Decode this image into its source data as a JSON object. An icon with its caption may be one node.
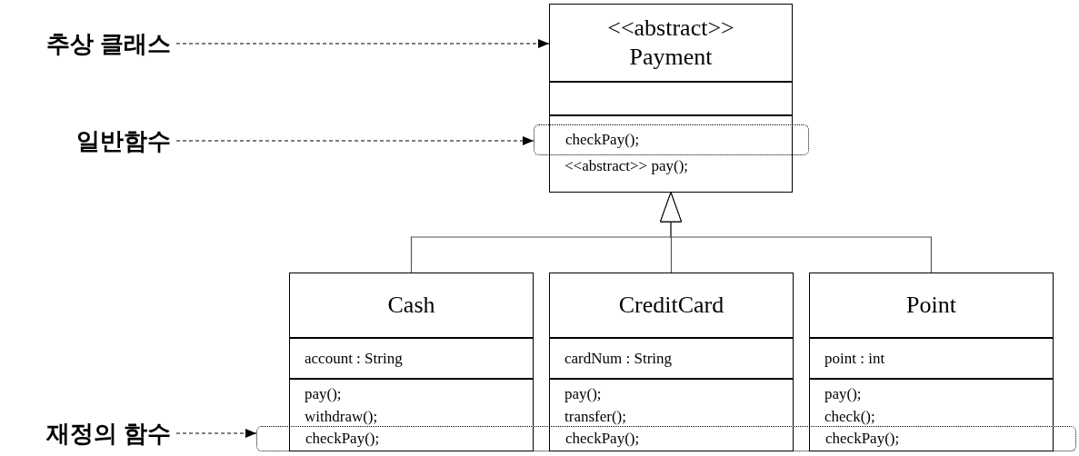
{
  "diagram": {
    "nodes": [
      {
        "text": [
          "추상 클래스"
        ]
      },
      {
        "text": [
          "<<abstract>>",
          "Payment",
          "<<abstract>> pay();"
        ]
      },
      {
        "text": [
          "일반함수"
        ]
      },
      {
        "text": [
          "checkPay();"
        ]
      },
      {
        "text": [
          "Cash",
          "account : String",
          "pay();",
          "withdraw();"
        ]
      },
      {
        "text": [
          "CreditCard",
          "cardNum : String",
          "pay();",
          "transfer();"
        ]
      },
      {
        "text": [
          "Point",
          "point : int",
          "pay();",
          "check();"
        ]
      },
      {
        "text": [
          "재정의 함수"
        ]
      },
      {
        "text": [
          "checkPay();",
          "checkPay();",
          "checkPay();"
        ]
      }
    ],
    "edges": [
      {
        "from": 0,
        "to": 1,
        "arrow": "to",
        "style": "dashed"
      },
      {
        "from": 2,
        "to": 3,
        "arrow": "to",
        "style": "dashed"
      },
      {
        "from": 7,
        "to": 8,
        "arrow": "to",
        "style": "dashed"
      },
      {
        "from": 4,
        "to": 1,
        "arrow": "to"
      },
      {
        "from": 5,
        "to": 1,
        "arrow": "to"
      },
      {
        "from": 6,
        "to": 1,
        "arrow": "to"
      }
    ]
  }
}
